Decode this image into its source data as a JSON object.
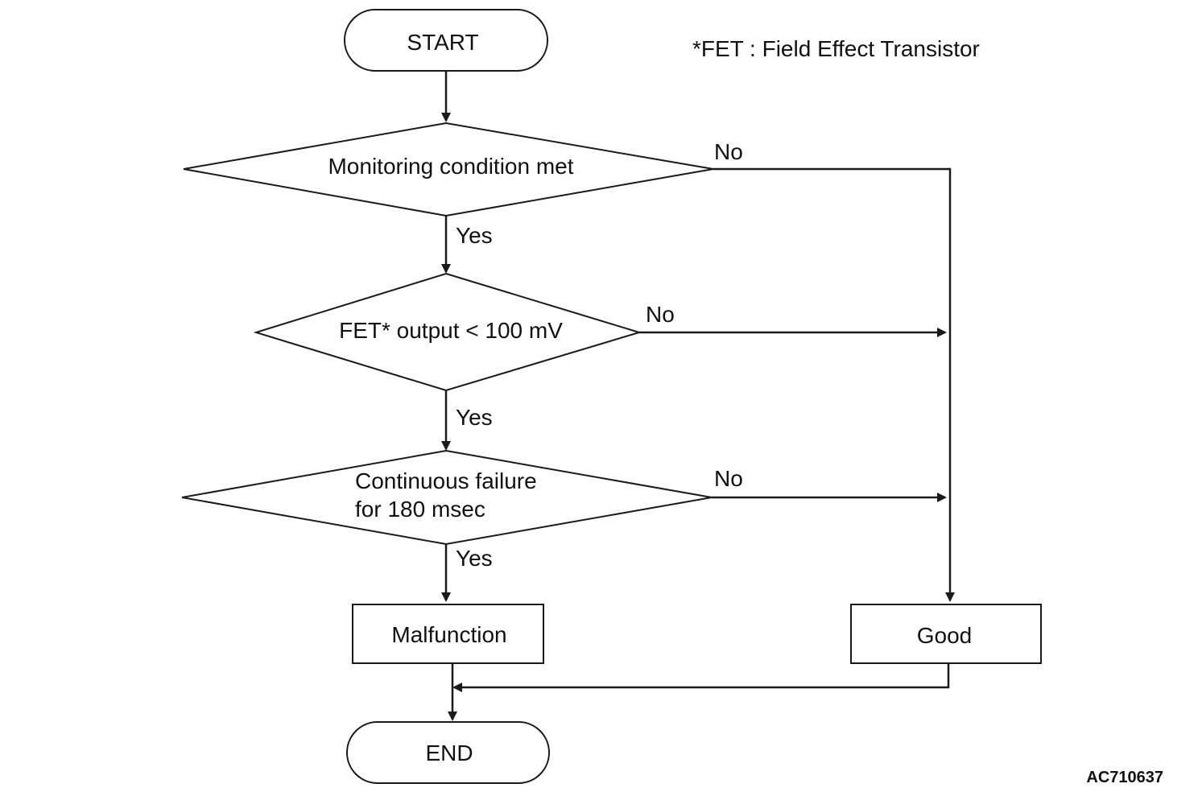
{
  "footnote": "*FET : Field Effect Transistor",
  "figure_code": "AC710637",
  "nodes": {
    "start": "START",
    "decision1": "Monitoring condition met",
    "decision2": "FET* output < 100 mV",
    "decision3_line1": "Continuous failure",
    "decision3_line2": "for 180 msec",
    "malfunction": "Malfunction",
    "good": "Good",
    "end": "END"
  },
  "edges": {
    "d1_yes": "Yes",
    "d1_no": "No",
    "d2_yes": "Yes",
    "d2_no": "No",
    "d3_yes": "Yes",
    "d3_no": "No"
  }
}
